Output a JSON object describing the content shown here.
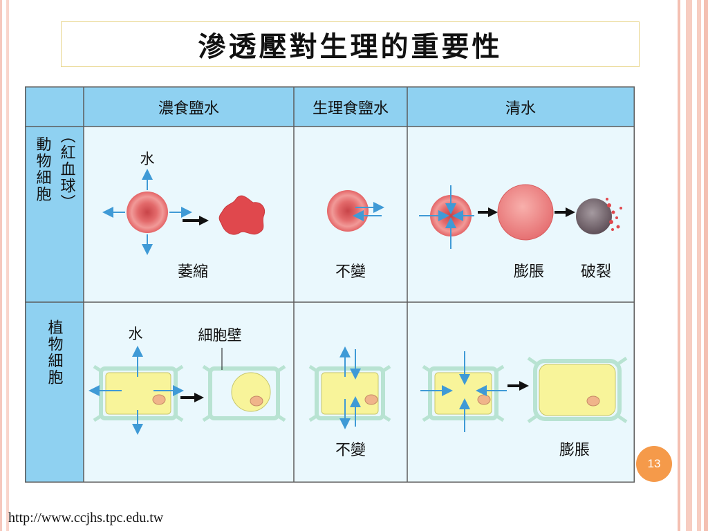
{
  "title": "滲透壓對生理的重要性",
  "table": {
    "columns": [
      "濃食鹽水",
      "生理食鹽水",
      "清水"
    ],
    "row_labels": {
      "animal_main": "動物細胞",
      "animal_sub": "（紅血球）",
      "plant": "植物細胞"
    }
  },
  "labels": {
    "water_animal": "水",
    "shrink": "萎縮",
    "unchanged_animal": "不變",
    "swell_animal": "膨脹",
    "burst": "破裂",
    "water_plant": "水",
    "cell_wall": "細胞壁",
    "unchanged_plant": "不變",
    "swell_plant": "膨脹"
  },
  "page_number": "13",
  "url": "http://www.ccjhs.tpc.edu.tw",
  "colors": {
    "header_bg": "#8fd1f1",
    "cell_bg": "#eaf8fd",
    "grid_line": "#5c5c5c",
    "rbc": "#e06062",
    "plant_cytoplasm": "#f8f49a",
    "cell_wall": "#b8e3d2",
    "arrow_blue": "#3f9ad6",
    "page_badge": "#f59a4a"
  }
}
